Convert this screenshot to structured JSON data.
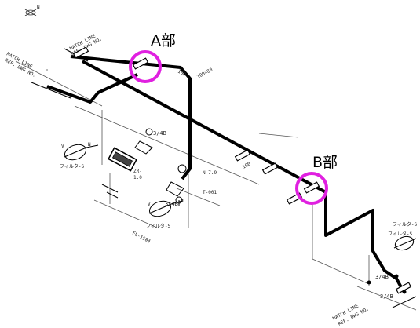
{
  "callouts": {
    "a": {
      "label": "A部",
      "color": "#e020e0"
    },
    "b": {
      "label": "B部",
      "color": "#e020e0"
    }
  },
  "north_label": "N",
  "annotations": {
    "match_line_1": "MATCH LINE",
    "match_line_1_sub": "REF. DWG NO.",
    "match_line_2": "MATCH LINE",
    "match_line_2_sub": "REF. DWG NO.",
    "match_line_3": "MATCH LINE",
    "match_line_3_sub": "REF. DWG NO.",
    "size_1": "100×80",
    "dim_1": "3/4B",
    "dim_2": "3/4B",
    "dim_3": "3/4B",
    "dim_4": "3/4B",
    "tag_1": "N-7.9",
    "tag_2": "T-001",
    "tag_3": "FL-1504",
    "tag_4": "100",
    "tag_5": "100",
    "v_label_1": "V",
    "v_label_2": "V",
    "n_label_1": "N",
    "n_label_2": "N",
    "filter_1": "フィルタ-S",
    "filter_2": "フィルタ-S",
    "filter_3": "フィルタ-S",
    "filter_4": "フィルタ-S",
    "inst_1": "ZR-",
    "inst_2": "1.0"
  },
  "colors": {
    "pipe": "#000000",
    "thin": "#333333",
    "highlight": "#e020e0"
  }
}
